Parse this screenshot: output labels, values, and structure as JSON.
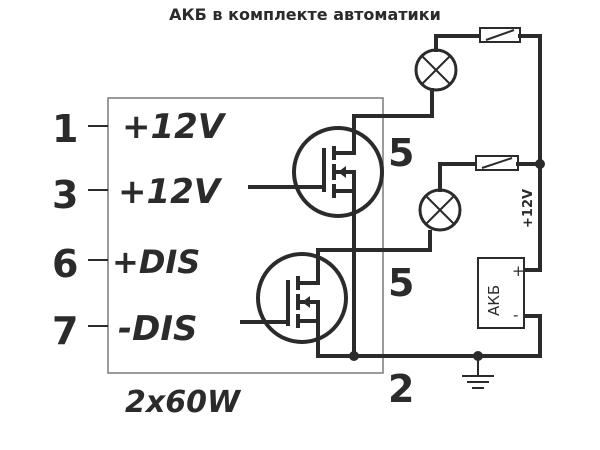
{
  "diagram": {
    "title": "АКБ в комплекте автоматики",
    "pins": [
      {
        "number": "1",
        "label": "+12V"
      },
      {
        "number": "3",
        "label": "+12V"
      },
      {
        "number": "6",
        "label": "+DIS"
      },
      {
        "number": "7",
        "label": "-DIS"
      }
    ],
    "outputs": [
      {
        "number": "5"
      },
      {
        "number": "5"
      },
      {
        "number": "2"
      }
    ],
    "module_caption": "2x60W",
    "battery": {
      "label": "АКБ",
      "plus": "+",
      "minus": "-"
    },
    "supply_label": "+12V"
  }
}
